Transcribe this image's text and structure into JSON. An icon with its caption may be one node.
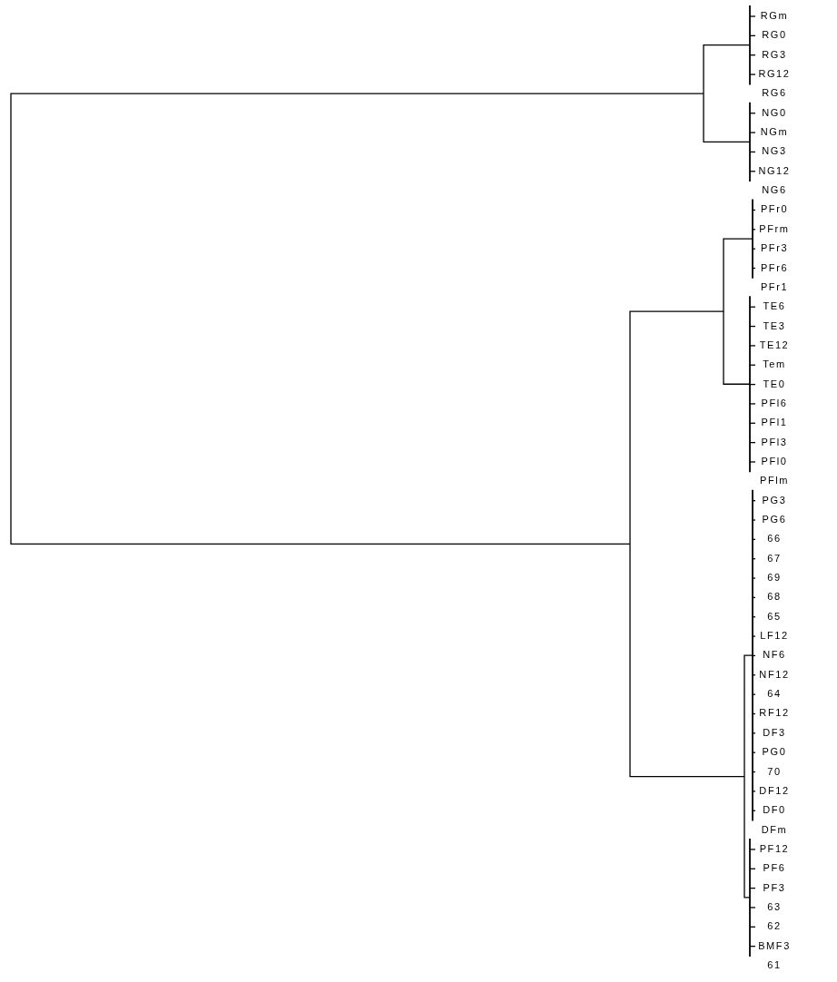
{
  "diagram": {
    "labels": [
      "RGm",
      "RG0",
      "RG3",
      "RG12",
      "RG6",
      "NG0",
      "NGm",
      "NG3",
      "NG12",
      "NG6",
      "PFr0",
      "PFrm",
      "PFr3",
      "PFr6",
      "PFr1",
      "TE6",
      "TE3",
      "TE12",
      "Tem",
      "TE0",
      "PFl6",
      "PFl1",
      "PFl3",
      "PFl0",
      "PFlm",
      "PG3",
      "PG6",
      "66",
      "67",
      "69",
      "68",
      "65",
      "LF12",
      "NF6",
      "NF12",
      "64",
      "RF12",
      "DF3",
      "PG0",
      "70",
      "DF12",
      "DF0",
      "DFm",
      "PF12",
      "PF6",
      "PF3",
      "63",
      "62",
      "BMF3",
      "61"
    ]
  }
}
